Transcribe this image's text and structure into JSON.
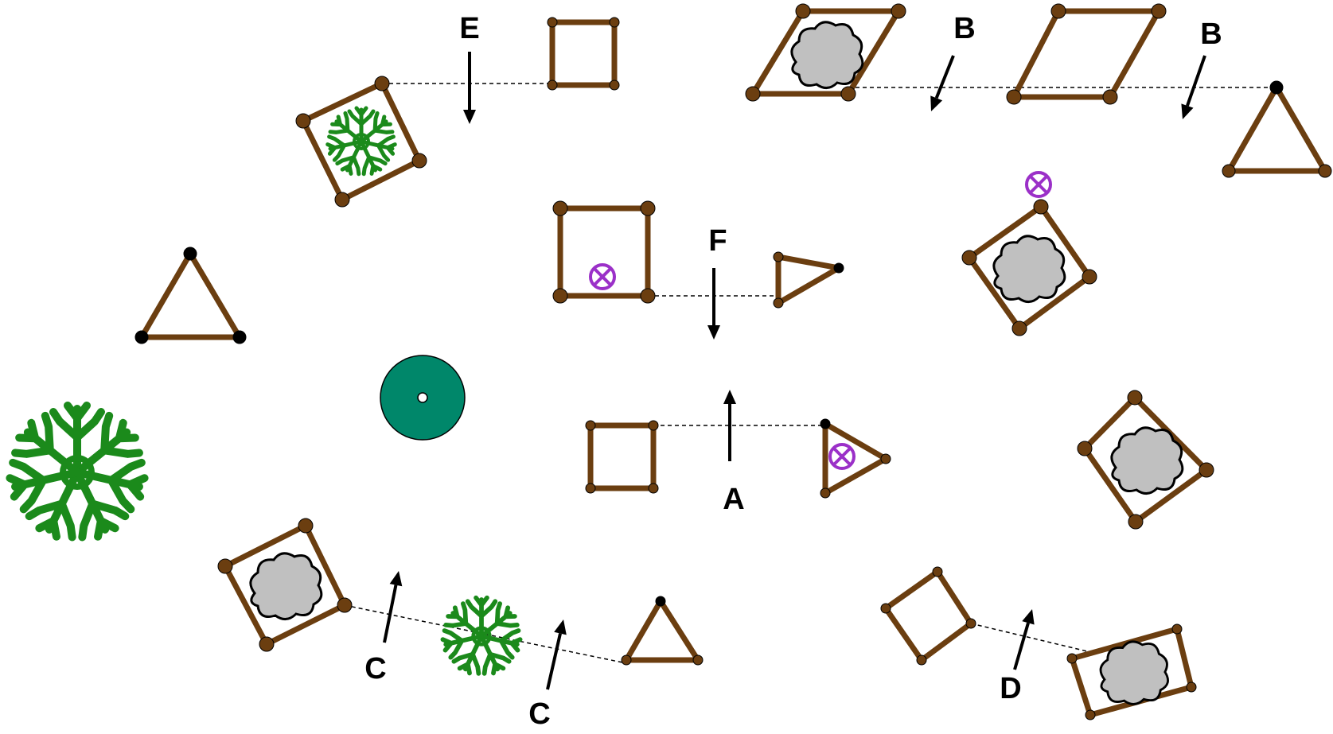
{
  "colors": {
    "frame": "#6b3e10",
    "vertex": "#6b3e10",
    "black_vertex": "#000000",
    "cloud": "#c0c0c0",
    "plant": "#1b8a1b",
    "disc": "#00876a",
    "marker": "#9b30c8",
    "arrow": "#000000",
    "dashed": "#000000"
  },
  "labels": {
    "e": "E",
    "b1": "B",
    "b2": "B",
    "f": "F",
    "a": "A",
    "c1": "C",
    "c2": "C",
    "d": "D"
  }
}
